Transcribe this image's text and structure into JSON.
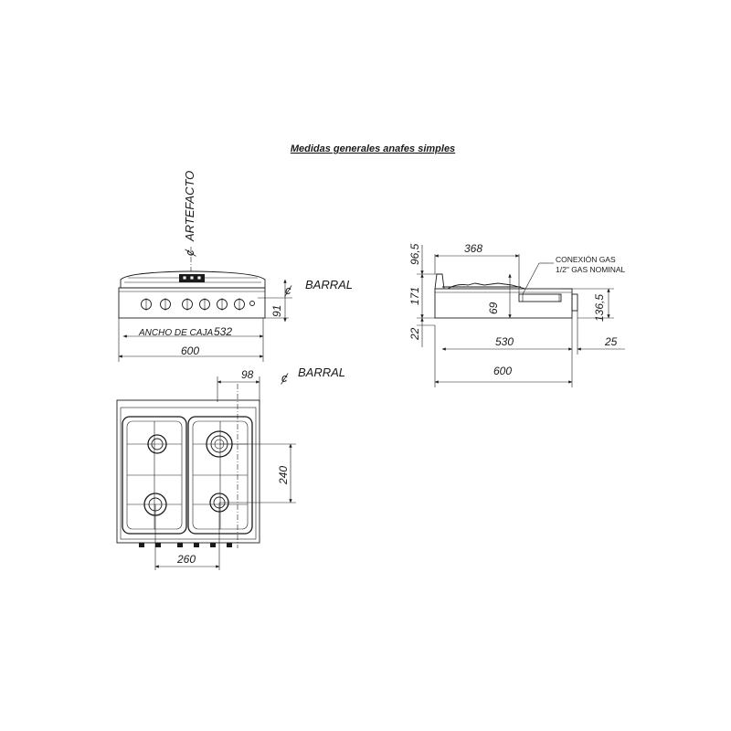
{
  "title": "Medidas generales anafes simples",
  "front_view": {
    "centerline_artefacto": "ARTEFACTO",
    "centerline_barral": "BARRAL",
    "dim_91": "91",
    "ancho_label": "ANCHO DE CAJA",
    "dim_532": "532",
    "dim_600": "600"
  },
  "side_view": {
    "dim_96_5": "96,5",
    "dim_368": "368",
    "dim_171": "171",
    "dim_69": "69",
    "dim_136_5": "136,5",
    "dim_22": "22",
    "dim_530": "530",
    "dim_25": "25",
    "dim_600": "600",
    "gas_note_line1": "CONEXIÓN GAS",
    "gas_note_line2": "1/2\" GAS NOMINAL"
  },
  "top_view": {
    "dim_98": "98",
    "centerline_barral": "BARRAL",
    "dim_240": "240",
    "dim_260": "260"
  }
}
